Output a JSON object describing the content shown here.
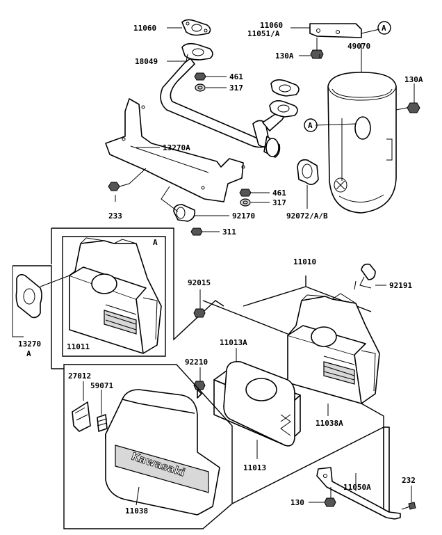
{
  "labels": {
    "l11060a": "11060",
    "l11060b": "11060",
    "l11051a": "11051/A",
    "l49070": "49070",
    "l130a1": "130A",
    "l130a2": "130A",
    "l18049": "18049",
    "l461a": "461",
    "l317a": "317",
    "l13270a": "13270A",
    "l461b": "461",
    "l317b": "317",
    "l233": "233",
    "l92170": "92170",
    "l92072": "92072/A/B",
    "l311": "311",
    "lA1": "A",
    "lA2": "A",
    "lA3": "A",
    "l11010": "11010",
    "l92191": "92191",
    "l92015": "92015",
    "l13270": "13270",
    "lA4": "A",
    "l11011": "11011",
    "l11013a": "11013A",
    "l92210": "92210",
    "l27012": "27012",
    "l59071": "59071",
    "l11038a": "11038A",
    "l11013": "11013",
    "l11050a": "11050A",
    "l232": "232",
    "l130": "130",
    "l11038": "11038",
    "brand": "Kawasaki"
  }
}
